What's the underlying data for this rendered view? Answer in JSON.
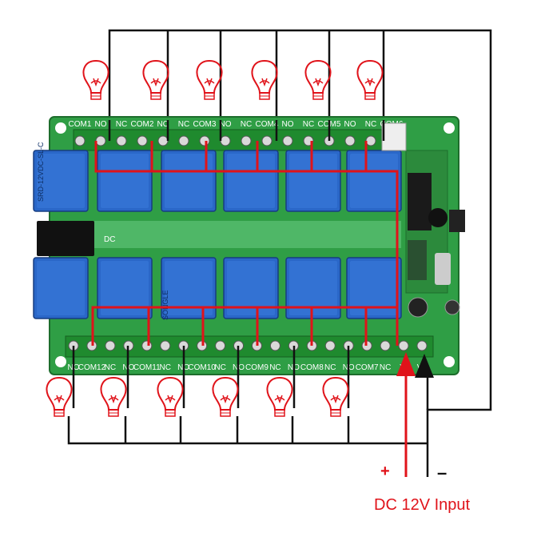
{
  "caption": "DC 12V Input",
  "polarity": {
    "plus": "+",
    "minus": "–"
  },
  "board": {
    "top_terminal_labels": [
      "COM1",
      "NO",
      "NC",
      "COM2",
      "NO",
      "NC",
      "COM3",
      "NO",
      "NC",
      "COM4",
      "NO",
      "NC",
      "COM5",
      "NO",
      "NC",
      "COM6"
    ],
    "bottom_terminal_labels": [
      "NO",
      "COM12",
      "NC",
      "NO",
      "COM11",
      "NC",
      "NO",
      "COM10",
      "NC",
      "NO",
      "COM9",
      "NC",
      "NO",
      "COM8",
      "NC",
      "NO",
      "COM7",
      "NC",
      "V-",
      "V+"
    ],
    "dc_jack_label": "DC",
    "relay_model": "SRD-12VDC-SL-C",
    "relay_brand": "SONGLE"
  },
  "colors": {
    "wire_positive": "#e0131a",
    "wire_negative": "#111111",
    "pcb": "#2f9e45",
    "relay": "#2a67c8",
    "terminal": "#1f8a2e"
  },
  "icons": {
    "lamp": "light-bulb-icon",
    "arrow": "arrow-up-icon"
  }
}
